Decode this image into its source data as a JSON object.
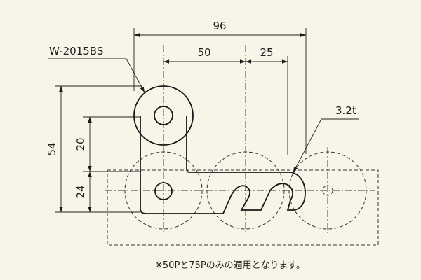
{
  "diagram": {
    "part_label": "W-2015BS",
    "thickness_label": "3.2t",
    "dimensions": {
      "overall_width": "96",
      "pitch_a": "50",
      "pitch_b": "25",
      "overall_height": "54",
      "upper_height": "20",
      "lower_height": "24"
    },
    "footnote": "※50Pと75Pのみの適用となります。"
  }
}
